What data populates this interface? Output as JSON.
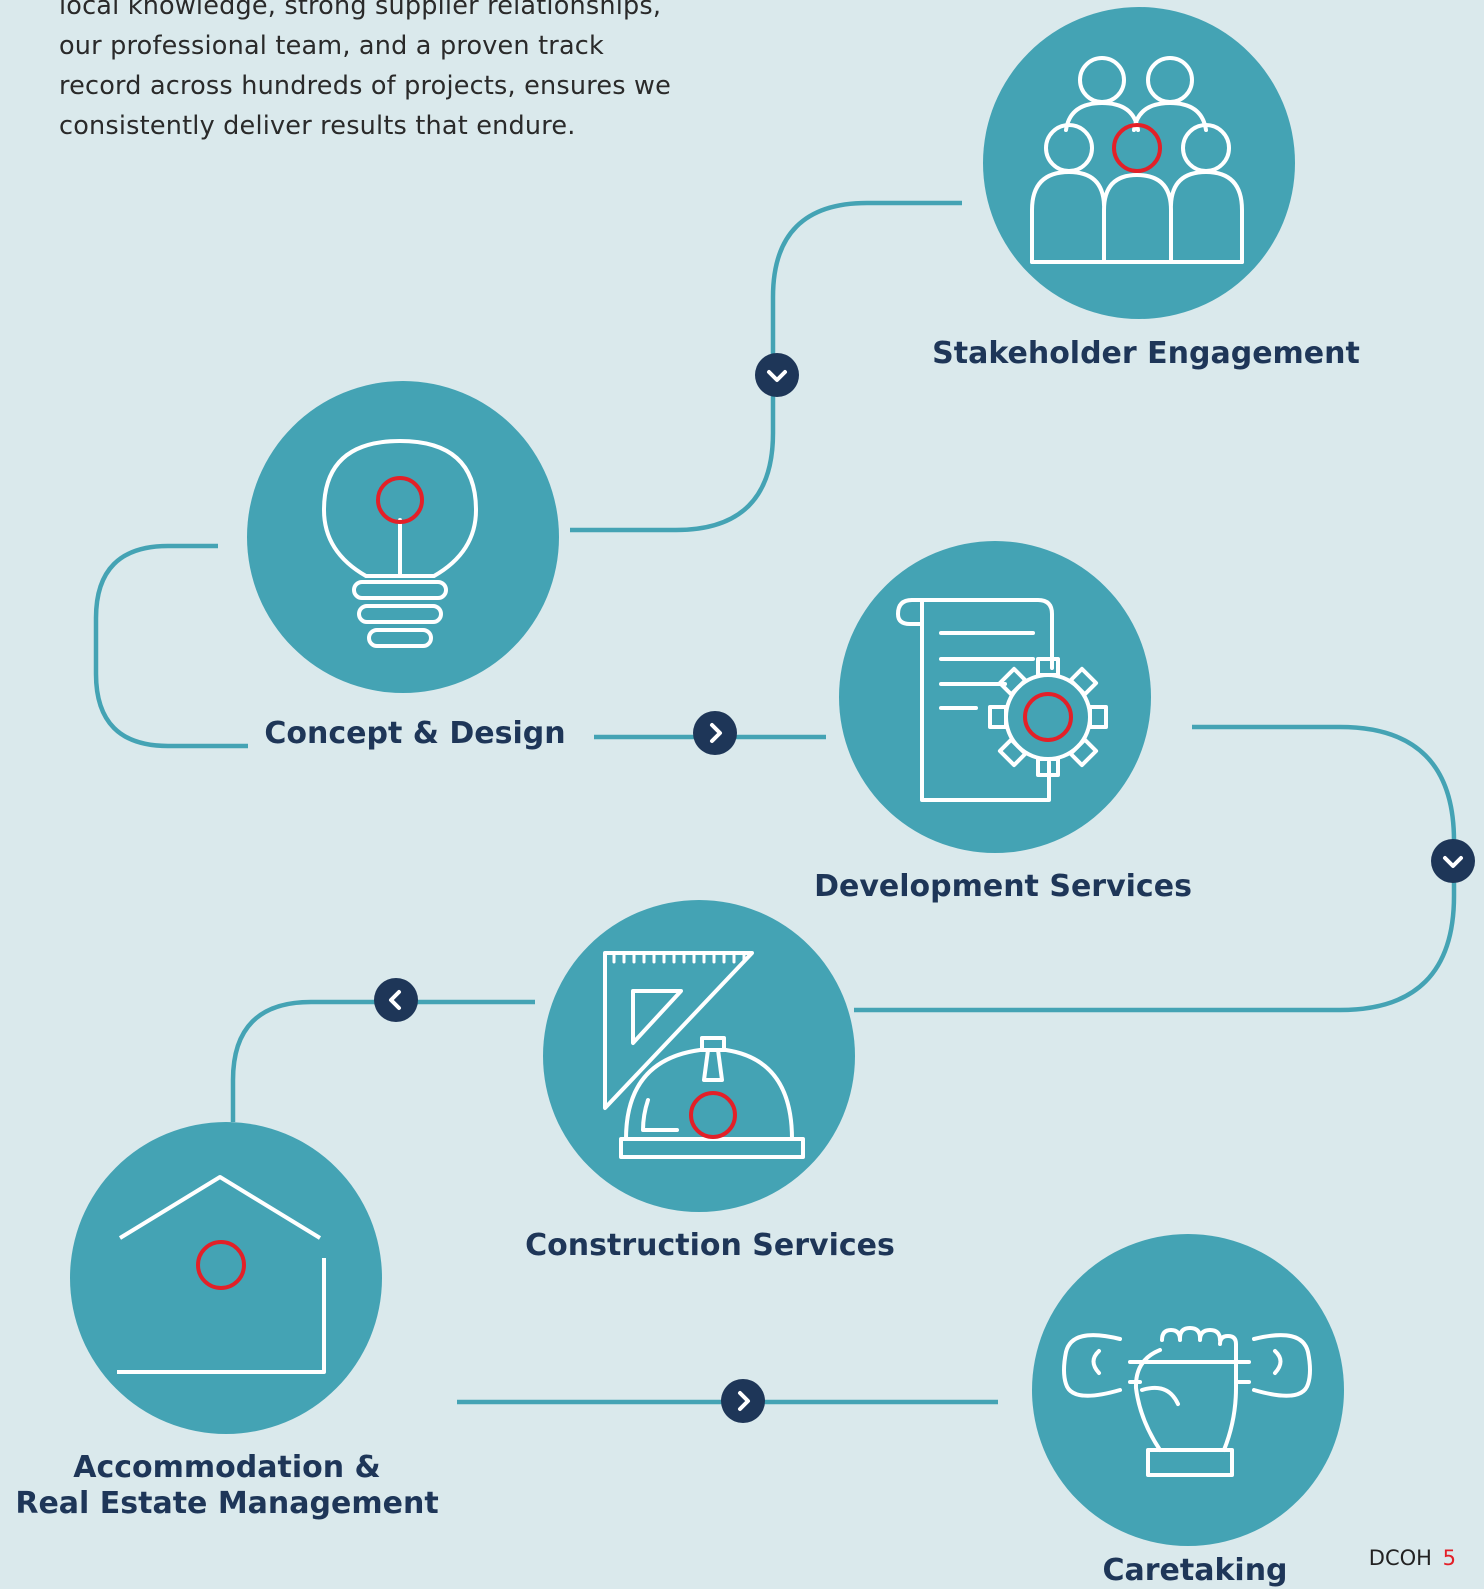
{
  "intro": {
    "lines": [
      "local knowledge, strong supplier relationships,",
      "our professional team, and a proven track",
      "record across hundreds of projects, ensures we",
      "consistently deliver results that endure."
    ]
  },
  "steps": [
    {
      "id": "stakeholder",
      "label_lines": [
        "Stakeholder Engagement"
      ],
      "icon": "people-group-icon"
    },
    {
      "id": "concept",
      "label_lines": [
        "Concept & Design"
      ],
      "icon": "lightbulb-icon"
    },
    {
      "id": "development",
      "label_lines": [
        "Development Services"
      ],
      "icon": "document-gear-icon"
    },
    {
      "id": "construction",
      "label_lines": [
        "Construction Services"
      ],
      "icon": "set-square-hardhat-icon"
    },
    {
      "id": "accommodation",
      "label_lines": [
        "Accommodation &",
        "Real Estate Management"
      ],
      "icon": "house-icon"
    },
    {
      "id": "caretaking",
      "label_lines": [
        "Caretaking"
      ],
      "icon": "hand-wrench-icon"
    }
  ],
  "flow_arrows": [
    "down",
    "right",
    "down",
    "left",
    "right"
  ],
  "colors": {
    "background": "#dae9ec",
    "circle": "#44a3b4",
    "connector": "#44a3b4",
    "arrow_badge": "#1e3658",
    "label": "#1e3658",
    "accent": "#e32028",
    "icon_stroke": "#ffffff"
  },
  "footer": {
    "brand": "DCOH",
    "page_number": "5"
  }
}
